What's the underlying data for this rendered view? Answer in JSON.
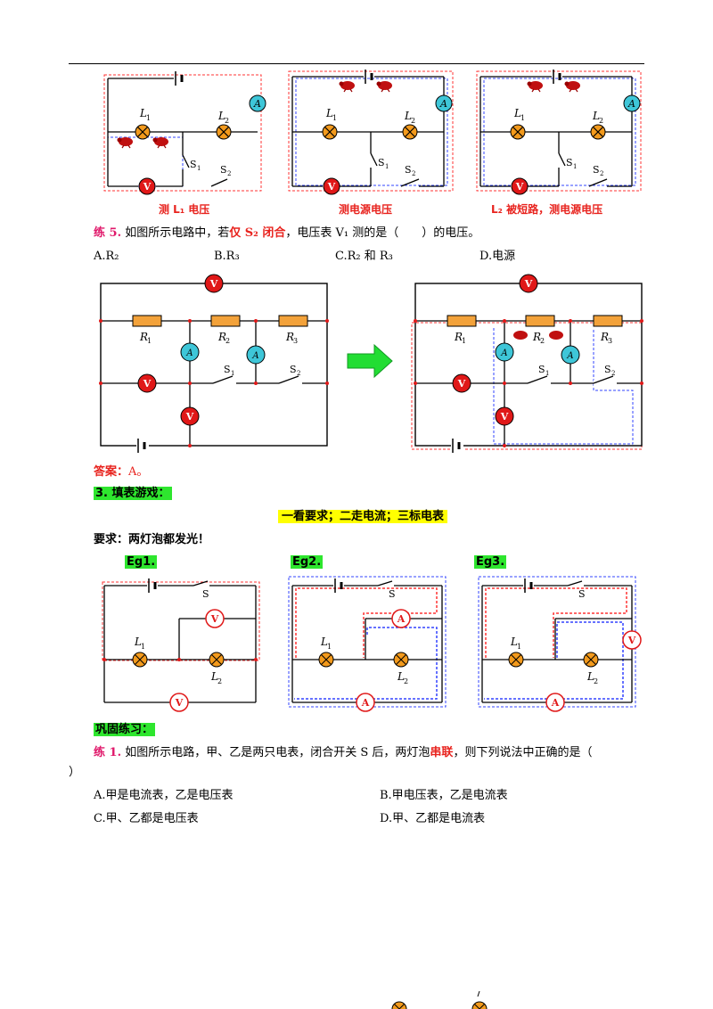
{
  "captions": [
    "测 L₁ 电压",
    "测电源电压",
    "L₂ 被短路，测电源电压"
  ],
  "ex5": {
    "label": "练 5.",
    "text_a": "如图所示电路中，若",
    "text_hl": "仅 S₂ 闭合",
    "text_b": "，电压表 V₁ 测的是（　　）的电压。",
    "options": [
      "A.R₂",
      "B.R₃",
      "C.R₂ 和 R₃",
      "D.电源"
    ],
    "answer_label": "答案：",
    "answer_value": "A。"
  },
  "section3": {
    "title": "3. 填表游戏：",
    "slogan": "一看要求；二走电流；三标电表",
    "requirement": "要求：两灯泡都发光！",
    "egs": [
      "Eg1.",
      "Eg2.",
      "Eg3."
    ]
  },
  "consolidate": {
    "title": "巩固练习：",
    "ex1_label": "练 1.",
    "ex1_text_a": "如图所示电路，甲、乙是两只电表，闭合开关 S 后，两灯泡",
    "ex1_hl": "串联",
    "ex1_text_b": "，则下列说法中正确的是（",
    "ex1_close": "）",
    "options": [
      "A.甲是电流表，乙是电压表",
      "B.甲电压表，乙是电流表",
      "C.甲、乙都是电压表",
      "D.甲、乙都是电流表"
    ]
  },
  "labels": {
    "L1": "L",
    "L2": "L",
    "sub1": "1",
    "sub2": "2",
    "sub3": "3",
    "S": "S",
    "R": "R",
    "A": "A",
    "V": "V"
  },
  "colors": {
    "wire": "#000000",
    "meterA": "#3ec6d8",
    "meterV": "#e01818",
    "lamp": "#f39a1c",
    "resistor": "#f3a23a",
    "dashRed": "#ff3333",
    "dashBlue": "#3344ff",
    "arrow": "#22dd33"
  }
}
